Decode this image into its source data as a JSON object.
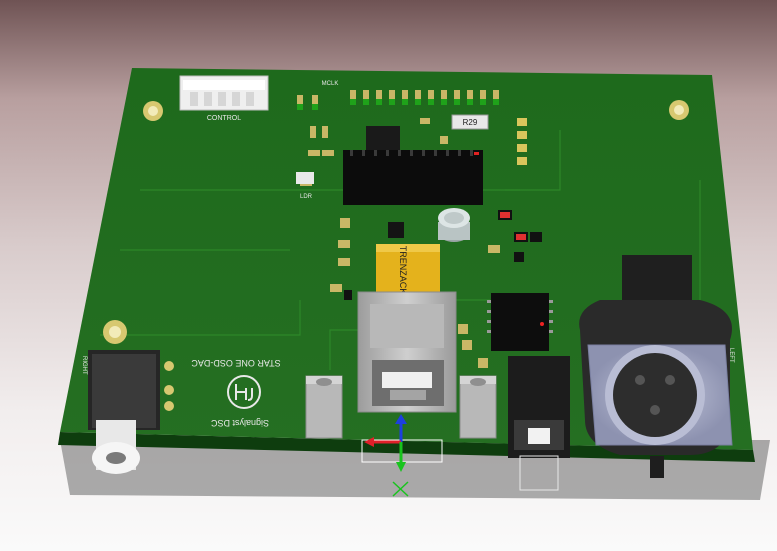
{
  "scene": {
    "type": "pcb-3d-view",
    "colors": {
      "pcb": "#1f6b1d",
      "pcb_edge": "#0e3d0e",
      "pad": "#c9b766",
      "chip": "#111111",
      "kapton": "#e4b21c",
      "silkscreen": "#e8e8e8",
      "axis_x": "#e0202a",
      "axis_y": "#1d3fe0",
      "axis_z": "#19c41e"
    }
  },
  "silkscreen": {
    "connector_label": "CONTROL",
    "header_label": "MCLK",
    "resistor_label": "R29",
    "ldr_label": "LDR",
    "channel_left": "LEFT",
    "channel_right": "RIGHT",
    "kapton_text": "TRENZACK",
    "board_title": "STAR ONE OSD-DAC",
    "board_subtitle": "Signalyst DSC"
  },
  "icons": {
    "logo": "hu-logo-icon",
    "axes": "xyz-axis-gizmo-icon"
  }
}
